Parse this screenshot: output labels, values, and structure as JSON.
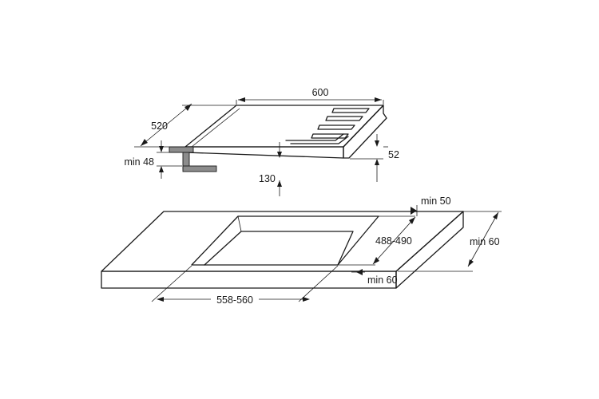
{
  "hob": {
    "width_label": "600",
    "depth_label": "520",
    "height_label": "52",
    "protrusion_label": "130",
    "worktop_thickness_label": "min 48"
  },
  "cutout": {
    "width_label": "558-560",
    "depth_label": "488-490",
    "back_clearance_label": "min 50",
    "front_clearance_label": "min 60",
    "worktop_depth_label": "min 60"
  }
}
